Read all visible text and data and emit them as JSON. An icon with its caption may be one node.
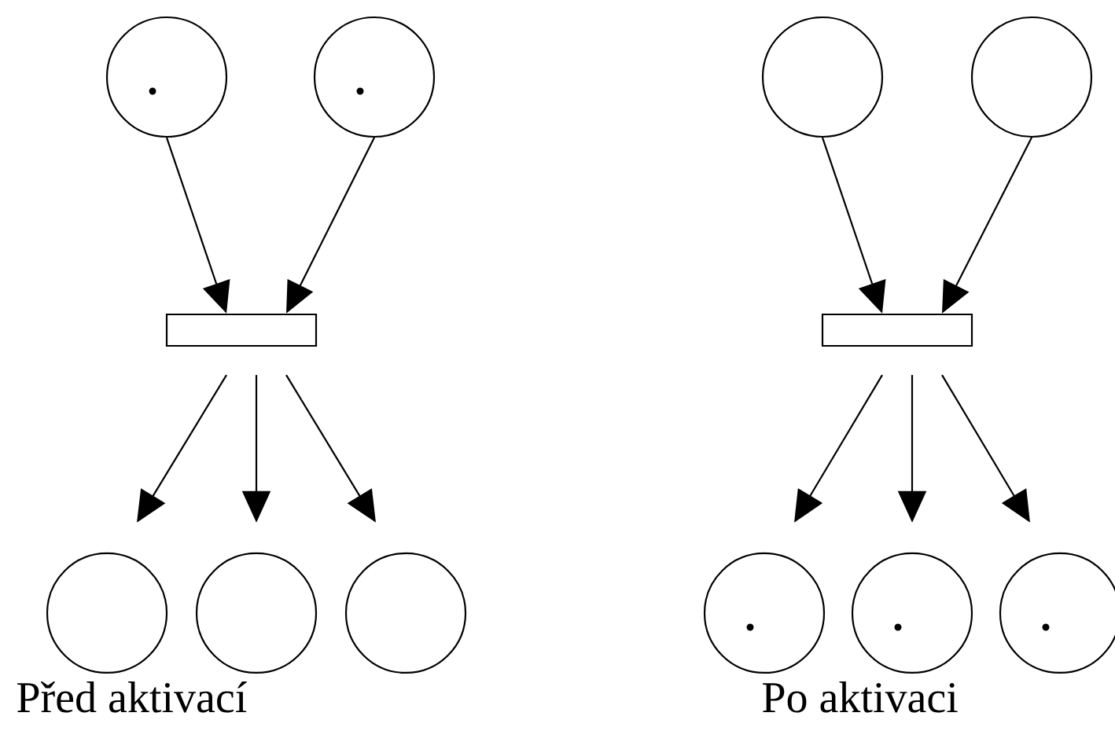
{
  "diagram": {
    "nodes": [
      {
        "text": [],
        "shape": "circle"
      },
      {
        "text": [],
        "shape": "dot",
        "in": 0
      },
      {
        "text": [],
        "shape": "circle"
      },
      {
        "text": [],
        "shape": "dot",
        "in": 2
      },
      {
        "text": [],
        "shape": "bar"
      },
      {
        "text": [],
        "shape": "circle"
      },
      {
        "text": [],
        "shape": "circle"
      },
      {
        "text": [],
        "shape": "circle"
      },
      {
        "text": [],
        "shape": "circle"
      },
      {
        "text": [],
        "shape": "circle"
      },
      {
        "text": [],
        "shape": "bar"
      },
      {
        "text": [],
        "shape": "circle"
      },
      {
        "text": [],
        "shape": "dot",
        "in": 11
      },
      {
        "text": [],
        "shape": "circle"
      },
      {
        "text": [],
        "shape": "dot",
        "in": 13
      },
      {
        "text": [],
        "shape": "circle"
      },
      {
        "text": [],
        "shape": "dot",
        "in": 15
      }
    ],
    "edges": [
      {
        "from": 0,
        "to": 4,
        "arrow": "to"
      },
      {
        "from": 2,
        "to": 4,
        "arrow": "to"
      },
      {
        "from": 4,
        "to": 5,
        "arrow": "to"
      },
      {
        "from": 4,
        "to": 6,
        "arrow": "to"
      },
      {
        "from": 4,
        "to": 7,
        "arrow": "to"
      },
      {
        "from": 8,
        "to": 10,
        "arrow": "to"
      },
      {
        "from": 9,
        "to": 10,
        "arrow": "to"
      },
      {
        "from": 10,
        "to": 11,
        "arrow": "to"
      },
      {
        "from": 10,
        "to": 13,
        "arrow": "to"
      },
      {
        "from": 10,
        "to": 15,
        "arrow": "to"
      }
    ],
    "labels": [
      "Před aktivací",
      "Po aktivaci"
    ]
  }
}
